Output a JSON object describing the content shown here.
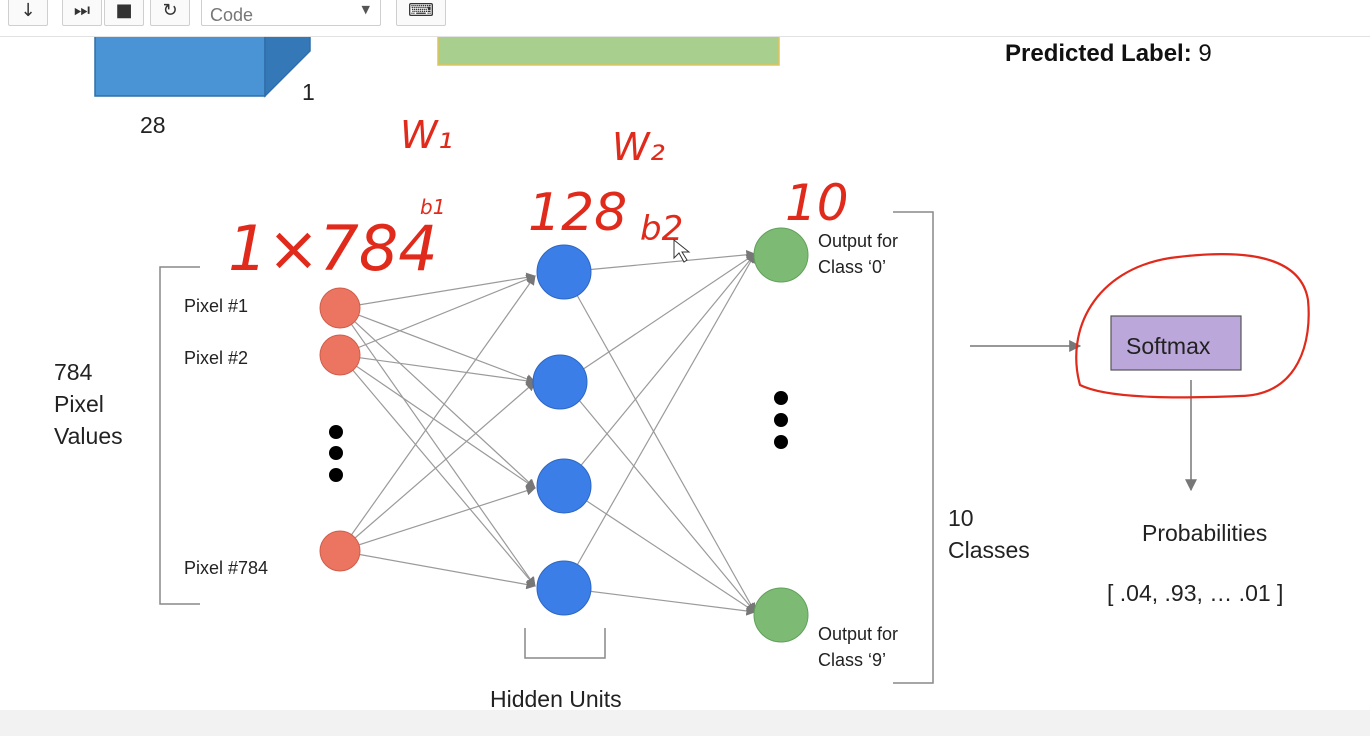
{
  "toolbar": {
    "move_down_icon": "arrow-down-icon",
    "run_icon": "step-forward-icon",
    "stop_icon": "stop-square-icon",
    "restart_icon": "refresh-icon",
    "cell_type_value": "Code",
    "keyboard_icon": "keyboard-icon"
  },
  "image_shape": {
    "width_label": "28",
    "depth_label": "1"
  },
  "prediction": {
    "label": "Predicted Label:",
    "value": "9"
  },
  "input_layer": {
    "title": [
      "784",
      "Pixel",
      "Values"
    ],
    "nodes": [
      "Pixel #1",
      "Pixel #2",
      "Pixel #784"
    ]
  },
  "hidden_layer": {
    "label": "Hidden Units"
  },
  "output_layer": {
    "first_node": [
      "Output for",
      "Class ‘0’"
    ],
    "last_node": [
      "Output for",
      "Class ‘9’"
    ],
    "classes": [
      "10",
      "Classes"
    ]
  },
  "softmax": {
    "label": "Softmax"
  },
  "probabilities": {
    "label": "Probabilities",
    "values": "[ .04, .93, … .01 ]"
  },
  "handwriting": {
    "w1": "W₁",
    "w2": "W₂",
    "input_dim": "1×784",
    "b1": "b1",
    "hidden_dim": "128",
    "b2": "b2",
    "output_dim": "10"
  },
  "colors": {
    "input_node": "#ec7561",
    "hidden_node": "#3b7ee8",
    "output_node": "#7dbb75",
    "softmax_box": "#bba7da",
    "ink": "#e02a1b",
    "image_block": "#4a94d6",
    "green_bar": "#a9cf8e"
  }
}
